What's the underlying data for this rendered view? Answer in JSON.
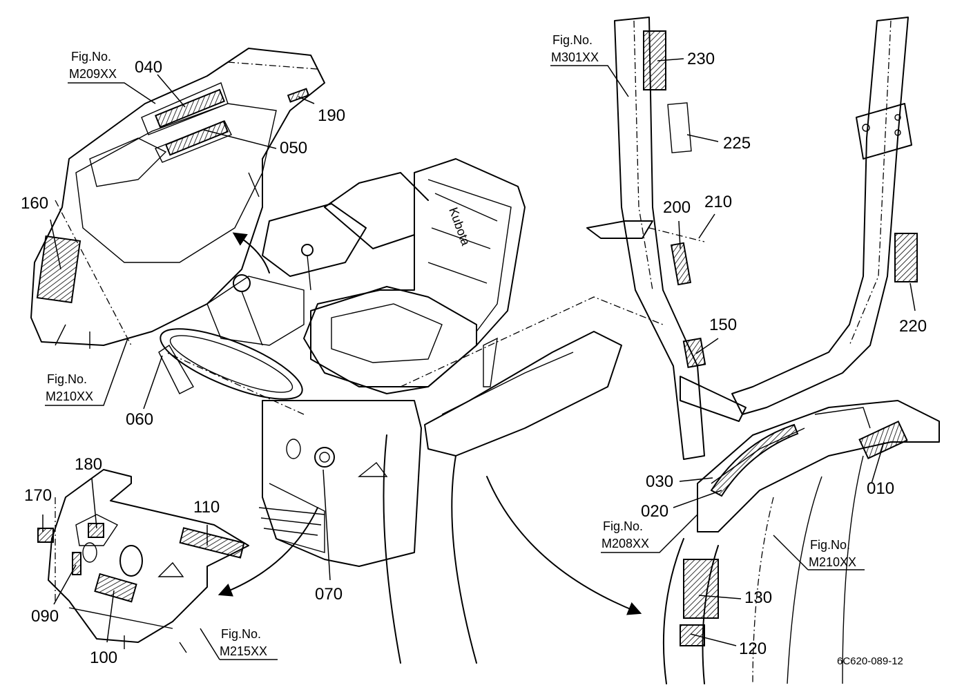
{
  "callouts": {
    "c010": "010",
    "c020": "020",
    "c030": "030",
    "c040": "040",
    "c050": "050",
    "c060": "060",
    "c070": "070",
    "c090": "090",
    "c100": "100",
    "c110": "110",
    "c120": "120",
    "c130": "130",
    "c150": "150",
    "c160": "160",
    "c170": "170",
    "c180": "180",
    "c190": "190",
    "c200": "200",
    "c210": "210",
    "c220": "220",
    "c225": "225",
    "c230": "230"
  },
  "fig_refs": {
    "label": "Fig.No.",
    "m209": "M209XX",
    "m210_left": "M210XX",
    "m215": "M215XX",
    "m301": "M301XX",
    "m208": "M208XX",
    "m210_right": "M210XX"
  },
  "seat_brand": "Kubota",
  "drawing_code": "6C620-089-12"
}
